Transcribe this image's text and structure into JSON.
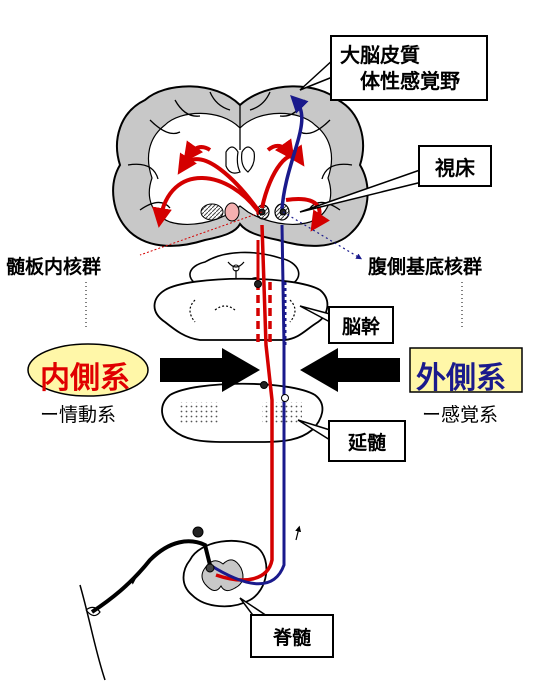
{
  "labels": {
    "cortex_line1": "大脳皮質",
    "cortex_line2": "体性感覚野",
    "thalamus": "視床",
    "intralaminar": "髄板内核群",
    "ventrobasal": "腹側基底核群",
    "brainstem": "脳幹",
    "medial_system": "内側系",
    "lateral_system": "外側系",
    "emotion_system": "ー情動系",
    "sensory_system": "ー感覚系",
    "medulla": "延髄",
    "spinal_cord": "脊髄"
  },
  "colors": {
    "medial_path": "#d40000",
    "lateral_path": "#1a1a8c",
    "medial_ellipse_fill": "#fff7a8",
    "medial_text": "#e00000",
    "lateral_box_fill": "#fff7a8",
    "lateral_text": "#1a1a8c",
    "gray_matter": "#c8c8c8"
  }
}
